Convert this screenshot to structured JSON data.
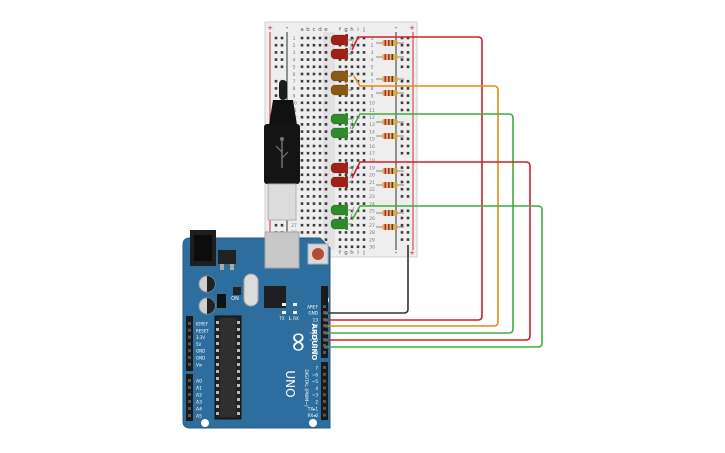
{
  "breadboard": {
    "column_letters": [
      "a",
      "b",
      "c",
      "d",
      "e",
      "f",
      "g",
      "h",
      "i",
      "j"
    ],
    "rail_signs": [
      "+",
      "-",
      "-",
      "+"
    ],
    "row_numbers": [
      "1",
      "2",
      "3",
      "4",
      "5",
      "6",
      "7",
      "8",
      "9",
      "10",
      "11",
      "12",
      "13",
      "14",
      "15",
      "16",
      "17",
      "18",
      "19",
      "20",
      "21",
      "22",
      "23",
      "24",
      "25",
      "26",
      "27",
      "28",
      "29",
      "30"
    ]
  },
  "arduino": {
    "logo_uno": "UNO",
    "logo_arduino": "ARDUINO",
    "logo_symbol": "∞",
    "label_digital": "DIGITAL (PWM~)",
    "label_tx": "TX",
    "label_rx": "RX",
    "label_l": "L",
    "label_on": "ON",
    "power_pins": [
      "IOREF",
      "RESET",
      "3.3V",
      "5V",
      "GND",
      "GND",
      "Vin"
    ],
    "analog_pins": [
      "A0",
      "A1",
      "A2",
      "A3",
      "A4",
      "A5"
    ],
    "top_header": [
      "AREF",
      "GND",
      "13",
      "12",
      "~11",
      "~10",
      "~9",
      "8"
    ],
    "bottom_header": [
      "7",
      "~6",
      "~5",
      "4",
      "~3",
      "2",
      "TX▸1",
      "RX◂0"
    ]
  },
  "colors": {
    "red_led": "#a32019",
    "orange_led": "#8a5a12",
    "green_led": "#2e8b2a",
    "wire_red": "#d02027",
    "wire_orange": "#e88a12",
    "wire_green": "#3eae3e",
    "wire_black": "#333333",
    "board": "#2e6e9e"
  }
}
